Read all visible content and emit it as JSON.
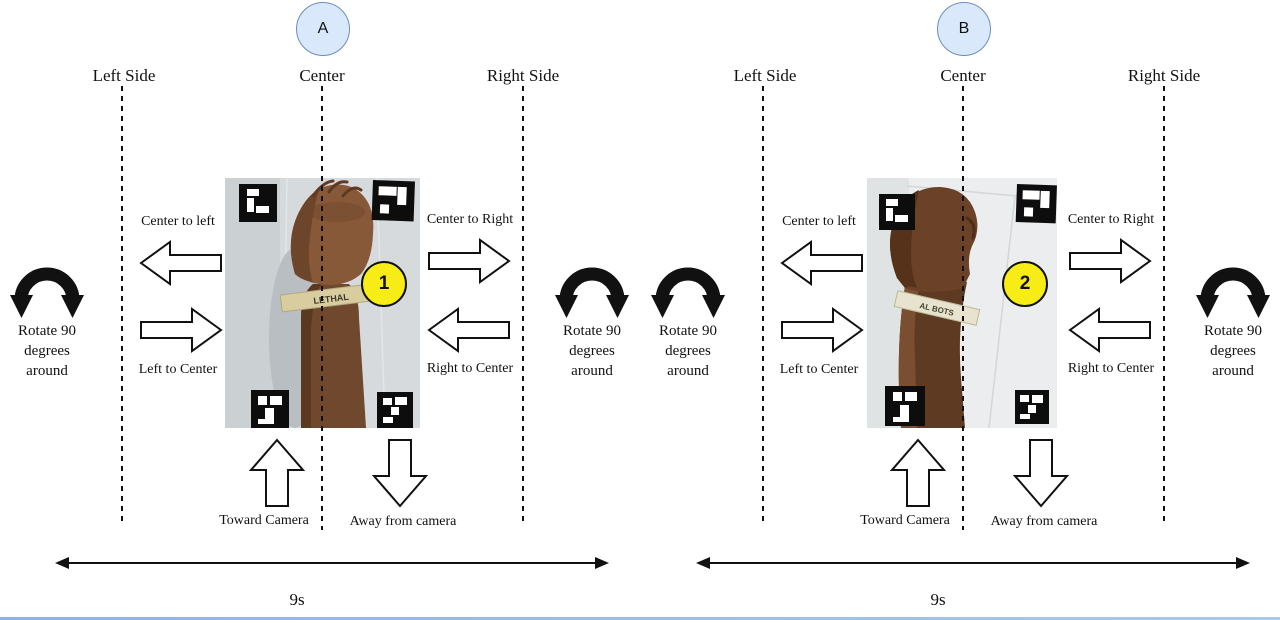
{
  "diagram": {
    "panels": [
      {
        "node_label": "A",
        "step_number": "1",
        "left_side": "Left Side",
        "center": "Center",
        "right_side": "Right Side",
        "center_to_left": "Center to left",
        "center_to_right": "Center to Right",
        "left_to_center": "Left to Center",
        "right_to_center": "Right to Center",
        "toward_camera": "Toward Camera",
        "away_from_camera": "Away from camera",
        "rotate_line1": "Rotate 90",
        "rotate_line2": "degrees",
        "rotate_line3": "around",
        "duration": "9s",
        "wristband_text": "LETHAL"
      },
      {
        "node_label": "B",
        "step_number": "2",
        "left_side": "Left Side",
        "center": "Center",
        "right_side": "Right Side",
        "center_to_left": "Center to left",
        "center_to_right": "Center to Right",
        "left_to_center": "Left to Center",
        "right_to_center": "Right to Center",
        "toward_camera": "Toward Camera",
        "away_from_camera": "Away from camera",
        "rotate_line1": "Rotate 90",
        "rotate_line2": "degrees",
        "rotate_line3": "around",
        "duration": "9s",
        "wristband_text": "AL BOTS"
      }
    ],
    "colors": {
      "node_fill": "#dae8fc",
      "node_stroke": "#6c8ebf",
      "badge_fill": "#f7ec16",
      "line_color": "#111111"
    }
  }
}
